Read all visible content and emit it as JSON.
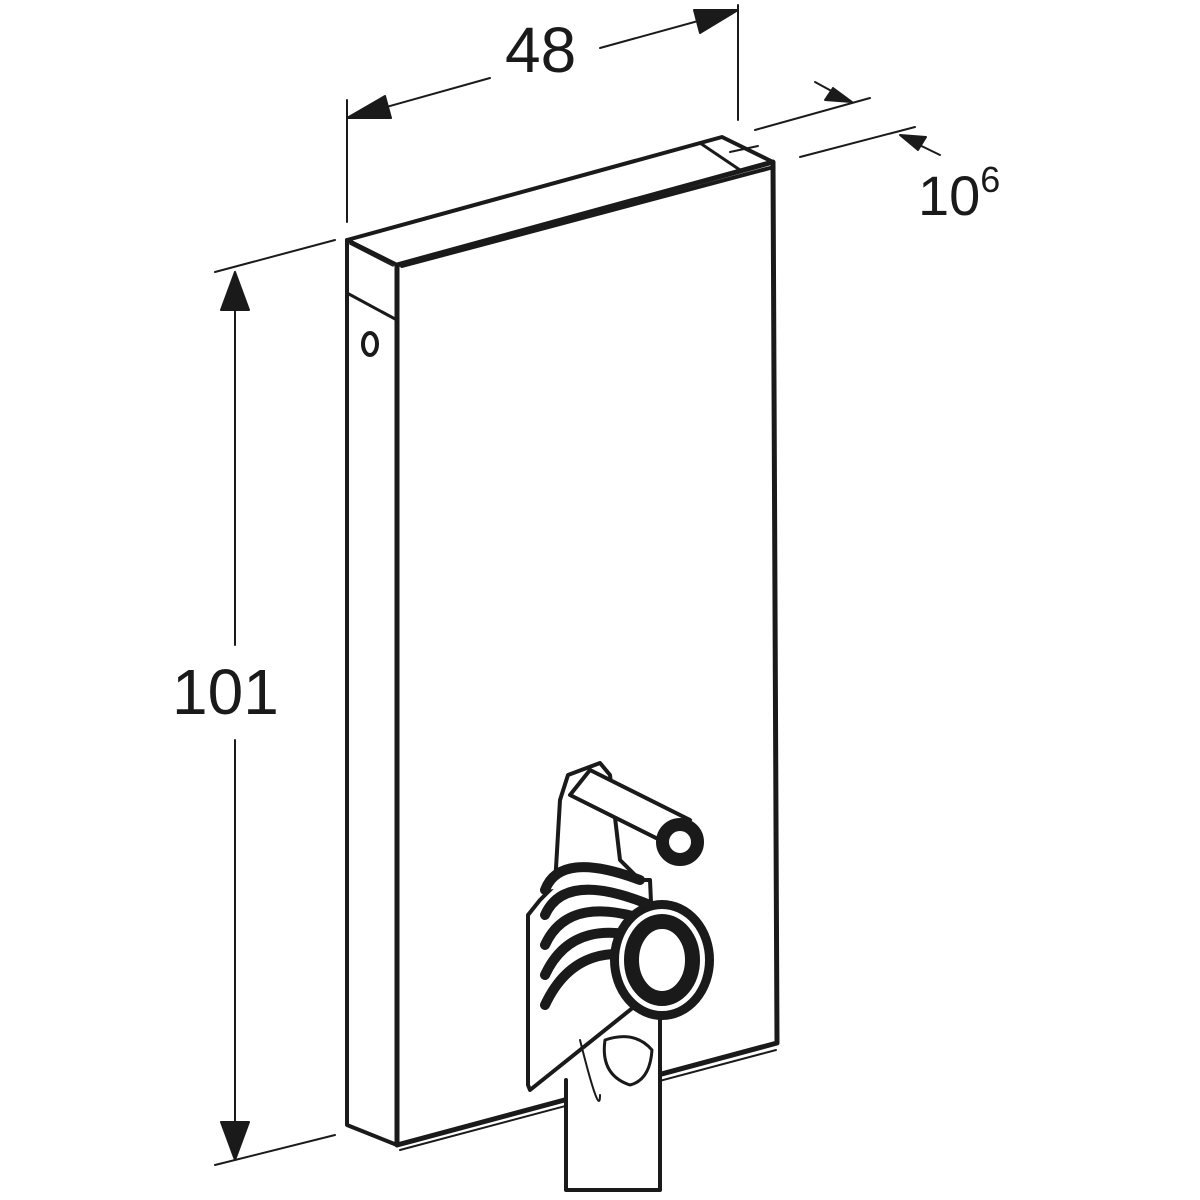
{
  "dimensions": {
    "width": "48",
    "height": "101",
    "depth_main": "10",
    "depth_sup": "6"
  },
  "colors": {
    "line": "#1a1a1a",
    "background": "#ffffff"
  }
}
